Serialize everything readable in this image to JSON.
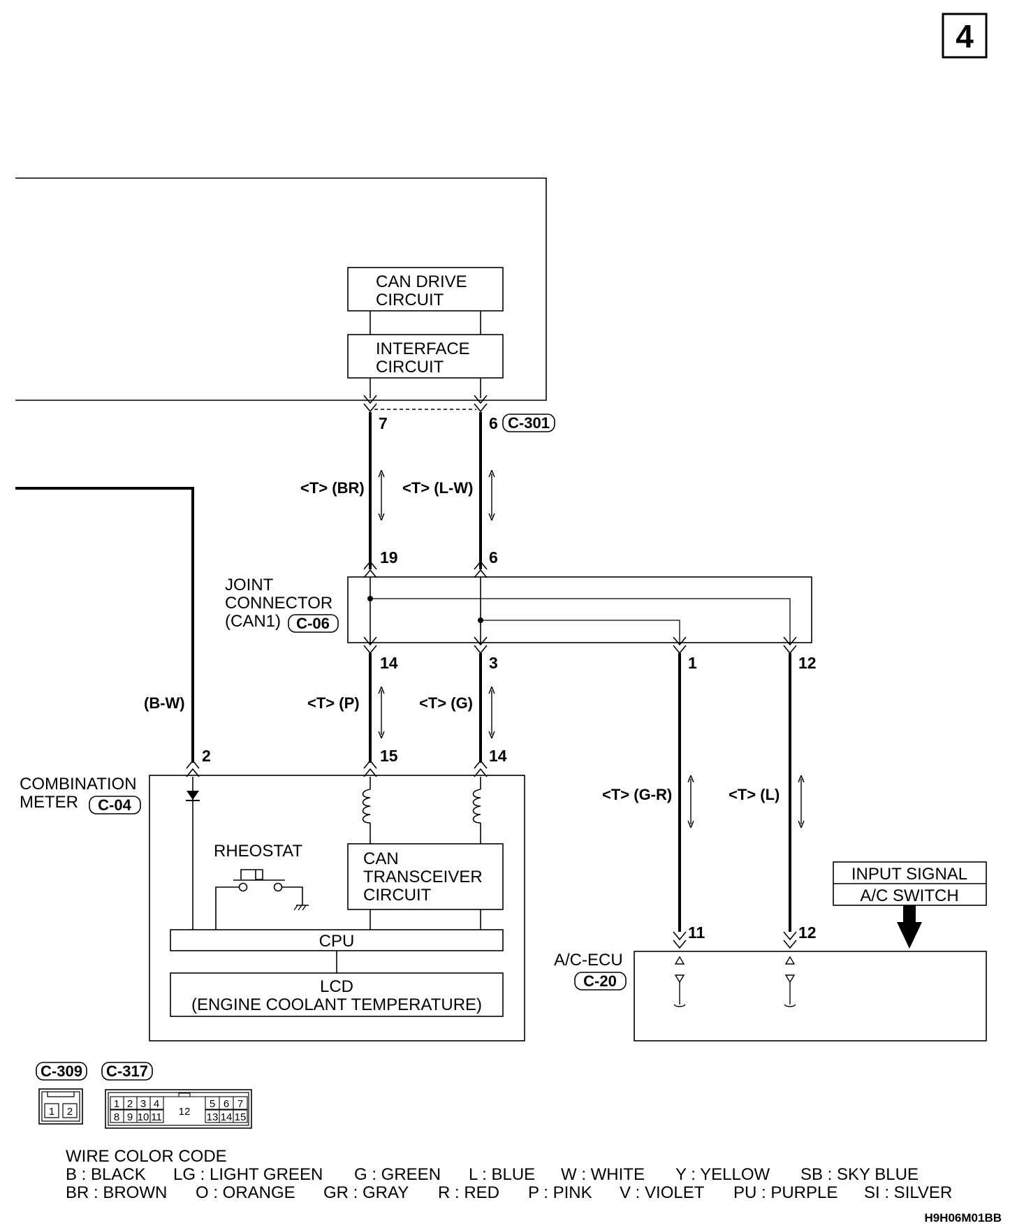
{
  "page_number": "4",
  "figure_code": "H9H06M01BB",
  "modules": {
    "can_drive": [
      "CAN DRIVE",
      "CIRCUIT"
    ],
    "interface": [
      "INTERFACE",
      "CIRCUIT"
    ],
    "joint_connector": {
      "line1": "JOINT",
      "line2": "CONNECTOR",
      "line3": "(CAN1)",
      "code": "C-06"
    },
    "combination_meter": {
      "line1": "COMBINATION",
      "line2": "METER",
      "code": "C-04"
    },
    "rheostat": "RHEOSTAT",
    "can_transceiver": [
      "CAN",
      "TRANSCEIVER",
      "CIRCUIT"
    ],
    "cpu": "CPU",
    "lcd": [
      "LCD",
      "(ENGINE COOLANT TEMPERATURE)"
    ],
    "ac_ecu": {
      "line1": "A/C-ECU",
      "code": "C-20"
    },
    "input_signal": [
      "INPUT SIGNAL",
      "A/C SWITCH"
    ]
  },
  "connector_codes": {
    "top": "C-301",
    "c309": "C-309",
    "c317": "C-317"
  },
  "pins": {
    "top_left": "7",
    "top_right": "6",
    "jc_in_left": "19",
    "jc_in_right": "6",
    "jc_out_1": "14",
    "jc_out_2": "3",
    "jc_out_3": "1",
    "jc_out_4": "12",
    "meter_bw": "2",
    "meter_left": "15",
    "meter_right": "14",
    "ecu_left": "11",
    "ecu_right": "12"
  },
  "wire_labels": {
    "top_left": "<T> (BR)",
    "top_right": "<T> (L-W)",
    "mid_left": "<T> (P)",
    "mid_right": "<T> (G)",
    "bw": "(B-W)",
    "ecu_left": "<T> (G-R)",
    "ecu_right": "<T> (L)"
  },
  "connector_c309_pins": [
    "1",
    "2"
  ],
  "connector_c317_pins": {
    "row1a": [
      "1",
      "2",
      "3",
      "4"
    ],
    "row2a": [
      "8",
      "9",
      "10",
      "11"
    ],
    "center": "12",
    "row1b": [
      "5",
      "6",
      "7"
    ],
    "row2b": [
      "13",
      "14",
      "15"
    ]
  },
  "wire_color_code": {
    "title": "WIRE COLOR CODE",
    "row1": [
      "B : BLACK",
      "LG : LIGHT GREEN",
      "G : GREEN",
      "L : BLUE",
      "W : WHITE",
      "Y : YELLOW",
      "SB : SKY BLUE"
    ],
    "row2": [
      "BR : BROWN",
      "O : ORANGE",
      "GR : GRAY",
      "R : RED",
      "P : PINK",
      "V : VIOLET",
      "PU : PURPLE",
      "SI : SILVER"
    ]
  }
}
